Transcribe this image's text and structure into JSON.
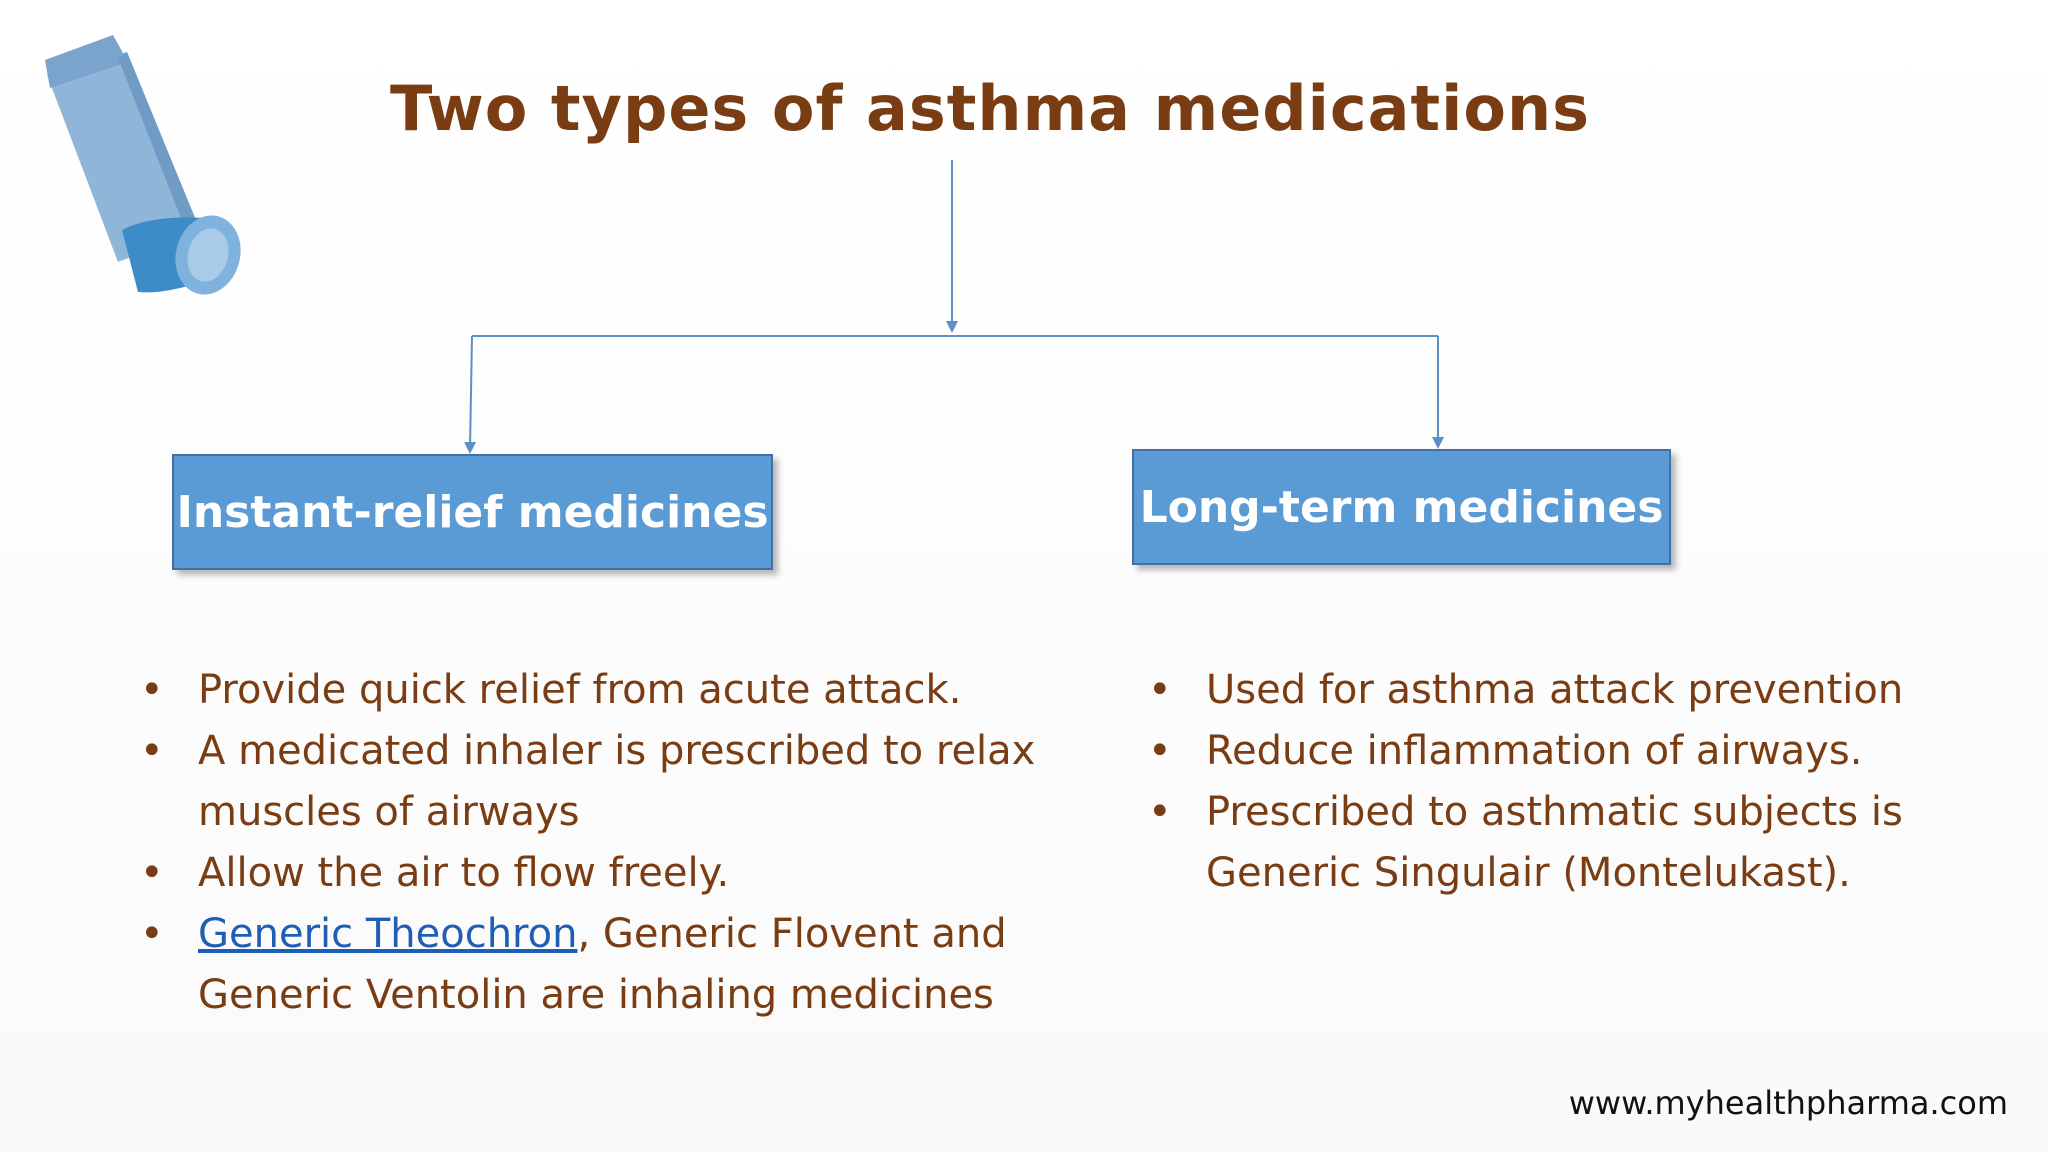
{
  "title": "Two types of asthma medications",
  "categories": {
    "left": {
      "label": "Instant-relief medicines",
      "bullets": [
        {
          "text": "Provide quick relief from acute attack."
        },
        {
          "text": "A medicated inhaler is prescribed to relax muscles of airways"
        },
        {
          "text": "Allow the air to flow freely."
        },
        {
          "link_text": "Generic Theochron",
          "text": ", Generic Flovent and Generic Ventolin are inhaling medicines"
        }
      ]
    },
    "right": {
      "label": "Long-term medicines",
      "bullets": [
        {
          "text": "Used for asthma attack prevention"
        },
        {
          "text": "Reduce inflammation of airways."
        },
        {
          "text": "Prescribed to asthmatic subjects is Generic Singulair (Montelukast)."
        }
      ]
    }
  },
  "footer": {
    "website": "www.myhealthpharma.com"
  },
  "icons": {
    "inhaler": "inhaler-icon"
  },
  "colors": {
    "title": "#7a3c12",
    "body_text": "#7a3c12",
    "box_fill": "#5b9bd5",
    "box_border": "#41719c",
    "connector": "#5b8fc7",
    "link": "#1f5fb3"
  }
}
